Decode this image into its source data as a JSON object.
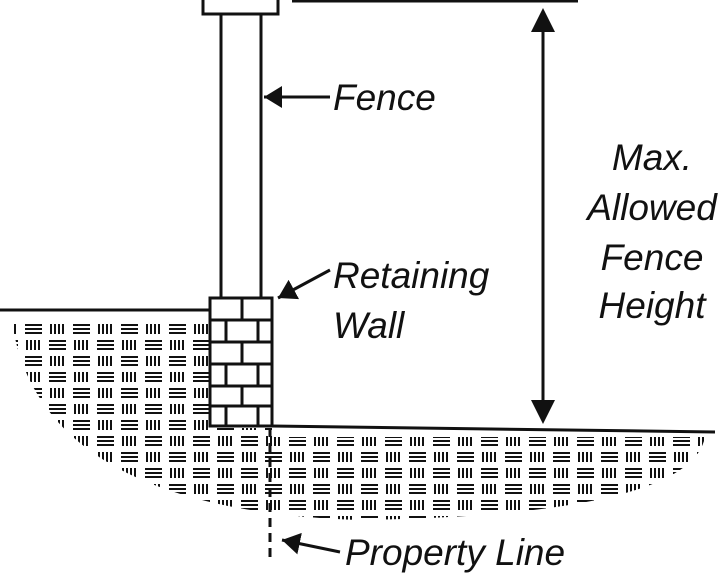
{
  "labels": {
    "fence": "Fence",
    "retaining_wall_line1": "Retaining",
    "retaining_wall_line2": "Wall",
    "max_height_line1": "Max.",
    "max_height_line2": "Allowed",
    "max_height_line3": "Fence",
    "max_height_line4": "Height",
    "property_line": "Property Line"
  },
  "colors": {
    "ink": "#111111",
    "background": "#ffffff"
  }
}
